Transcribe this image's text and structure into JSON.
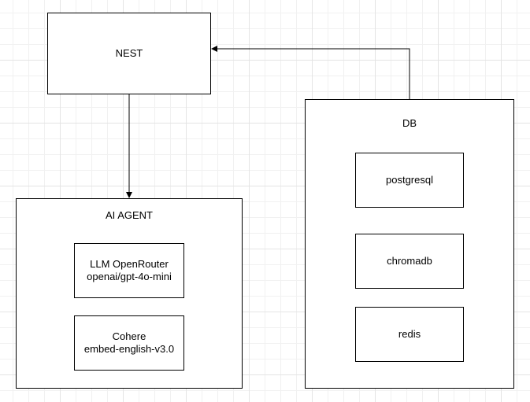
{
  "diagram": {
    "nest": {
      "label": "NEST"
    },
    "ai_agent": {
      "title": "AI AGENT",
      "llm": {
        "line1": "LLM OpenRouter",
        "line2": "openai/gpt-4o-mini"
      },
      "embed": {
        "line1": "Cohere",
        "line2": "embed-english-v3.0"
      }
    },
    "db": {
      "title": "DB",
      "postgres": "postgresql",
      "chroma": "chromadb",
      "redis": "redis"
    },
    "connectors": [
      {
        "from": "nest",
        "to": "ai_agent"
      },
      {
        "from": "db",
        "to": "nest"
      }
    ]
  }
}
